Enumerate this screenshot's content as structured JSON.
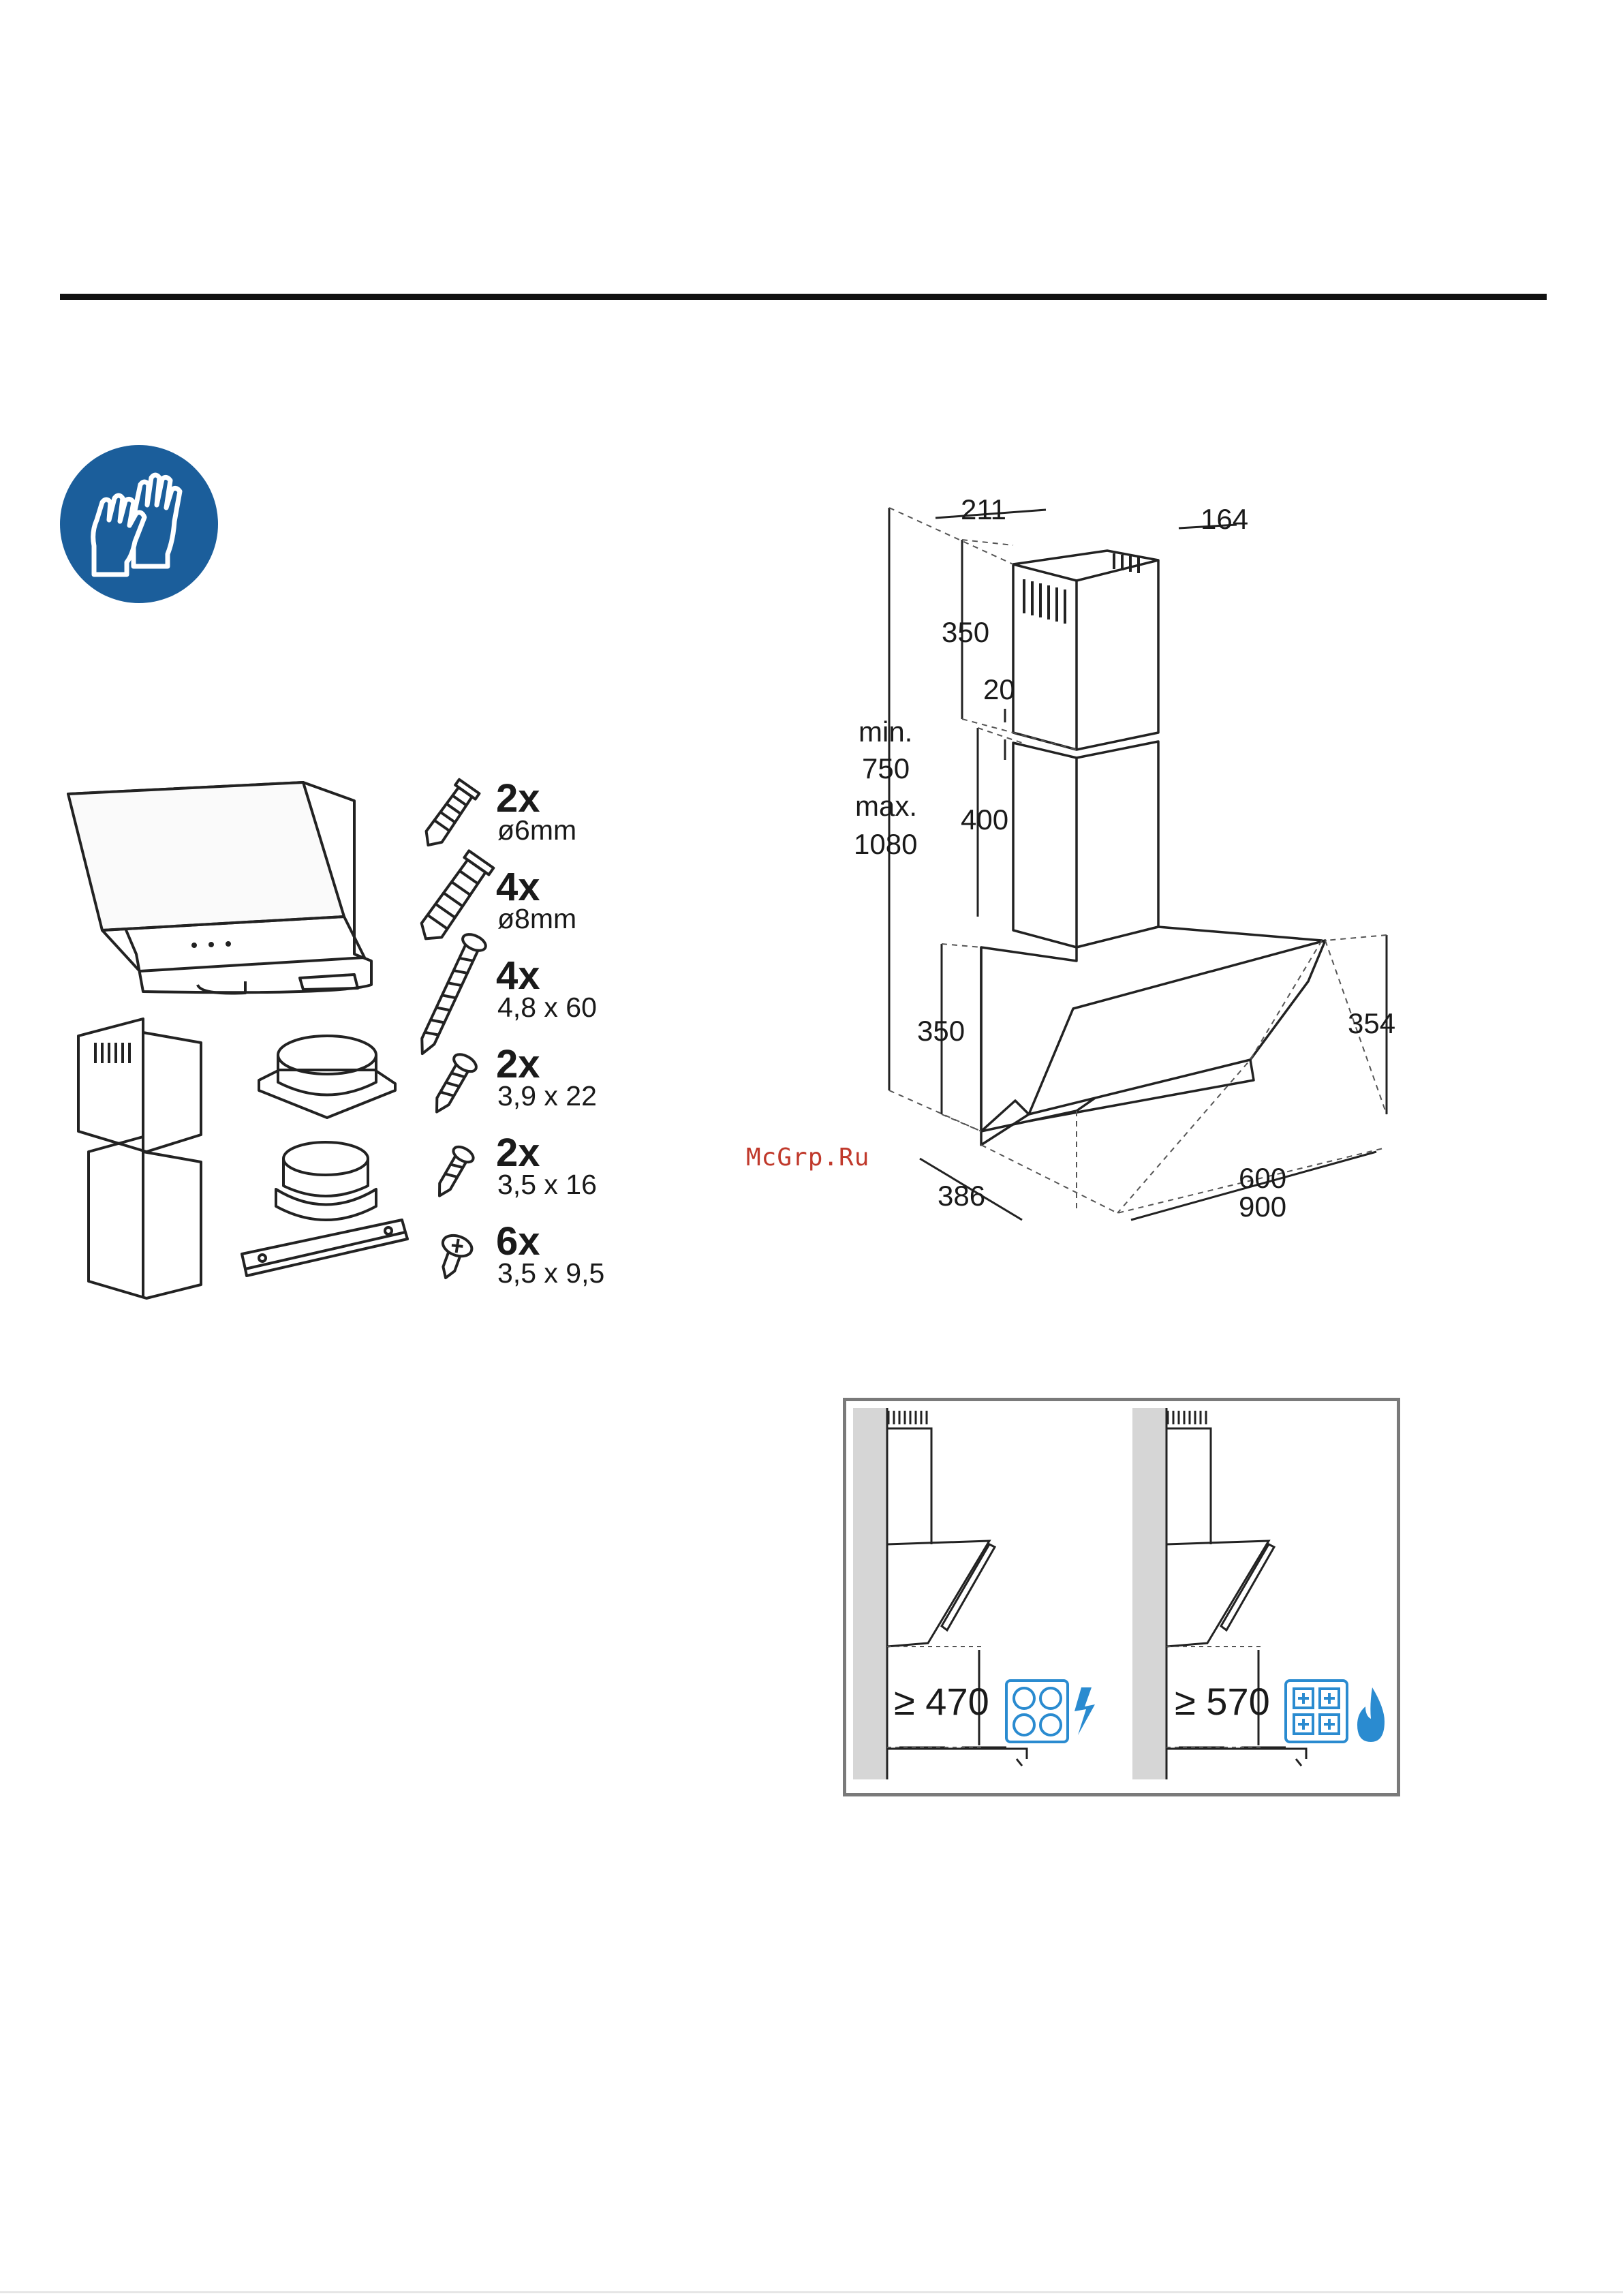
{
  "header": {
    "rule": "section-divider"
  },
  "safety": {
    "icon": "wear-protective-gloves-icon",
    "color": "#1b5e9b"
  },
  "parts": {
    "items": [
      {
        "qty": "2x",
        "spec": "ø6mm",
        "icon": "wall-plug-6mm-icon"
      },
      {
        "qty": "4x",
        "spec": "ø8mm",
        "icon": "wall-plug-8mm-icon"
      },
      {
        "qty": "4x",
        "spec": "4,8 x 60",
        "icon": "screw-4-8x60-icon"
      },
      {
        "qty": "2x",
        "spec": "3,9 x 22",
        "icon": "screw-3-9x22-icon"
      },
      {
        "qty": "2x",
        "spec": "3,5 x 16",
        "icon": "screw-3-5x16-icon"
      },
      {
        "qty": "6x",
        "spec": "3,5 x 9,5",
        "icon": "screw-3-5x9-5-icon"
      }
    ]
  },
  "dimensions": {
    "top_width": "211",
    "top_depth": "164",
    "upper_chimney": "350",
    "overlap": "20",
    "total_min_label": "min.",
    "total_min": "750",
    "total_max_label": "max.",
    "total_max": "1080",
    "lower_chimney": "400",
    "hood_height": "350",
    "glass_height": "354",
    "depth": "386",
    "width_a": "600",
    "width_b": "900"
  },
  "watermark": "McGrp.Ru",
  "clearance": {
    "electric": {
      "label": "≥ 470",
      "icon": "electric-hob-icon",
      "energy_icon": "lightning-icon"
    },
    "gas": {
      "label": "≥ 570",
      "icon": "gas-hob-icon",
      "energy_icon": "flame-icon"
    },
    "accent": "#2a8bd0"
  }
}
